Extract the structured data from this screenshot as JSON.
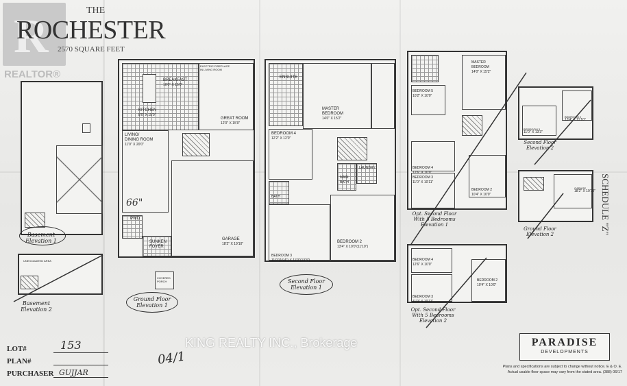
{
  "realtor_logo": "REALTOR®",
  "title": {
    "the": "THE",
    "name": "ROCHESTER",
    "sqft": "2570 SQUARE FEET"
  },
  "schedule": "SCHEDULE \"Z\"",
  "basement": {
    "elev1": "Basement\nElevation 1",
    "elev2": "Basement\nElevation 2",
    "unexcavated": "UNEXCAVATED AREA"
  },
  "ground_floor": {
    "breakfast": {
      "name": "BREAKFAST",
      "dim": "10'0\" x 15'0\""
    },
    "kitchen": {
      "name": "KITCHEN",
      "dim": "8'0\" x 15'0\""
    },
    "great_room": {
      "name": "GREAT ROOM",
      "dim": "12'0\" x 15'0\""
    },
    "living": {
      "name": "LIVING/\nDINING ROOM",
      "dim": "11'0\" x 20'0\""
    },
    "garage": {
      "name": "GARAGE",
      "dim": "18'2\" x 19'10\""
    },
    "pwd": "PWD",
    "sunken_foyer": "SUNKEN\nFOYER",
    "covered_porch": "COVERED\nPORCH",
    "fireplace": "ELECTRIC FIREPLACE\nIN LIVING ROOM",
    "caption": "Ground Floor\nElevation 1"
  },
  "second_floor": {
    "ensuite": "ENSUITE",
    "master": {
      "name": "MASTER\nBEDROOM",
      "dim": "14'0\" x 15'2\""
    },
    "bedroom4": {
      "name": "BEDROOM 4",
      "dim": "12'2\" x 12'0\""
    },
    "main_bath": "MAIN\nBATH",
    "bath": "BATH",
    "laundry": "LAUNDRY",
    "bedroom3": {
      "name": "BEDROOM 3",
      "dim": "11'0\"(16'4\") x 11'0\"(13'3\")"
    },
    "bedroom2": {
      "name": "BEDROOM 2",
      "dim": "13'4\" x 10'0\"(11'10\")"
    },
    "caption": "Second Floor\nElevation 1"
  },
  "opt_second_floor": {
    "bedroom5": {
      "name": "BEDROOM 5",
      "dim": "10'2\" x 10'0\""
    },
    "master": {
      "name": "MASTER\nBEDROOM",
      "dim": "14'0\" x 15'2\""
    },
    "bedroom4": {
      "name": "BEDROOM 4",
      "dim": "12'6\" x 10'0\""
    },
    "bedroom3": {
      "name": "BEDROOM 3",
      "dim": "11'0\" x 10'11\""
    },
    "bedroom2": {
      "name": "BEDROOM 2",
      "dim": "10'4\" x 10'0\""
    },
    "caption": "Opt. Second Floor\nWith 5 Bedrooms\nElevation 1"
  },
  "opt_second_floor_2": {
    "bedroom4": {
      "name": "BEDROOM 4",
      "dim": "12'6\" x 10'0\""
    },
    "bedroom3": {
      "name": "BEDROOM 3",
      "dim": "11'0\" x 10'11\""
    },
    "bedroom2": {
      "name": "BEDROOM 2",
      "dim": "10'4\" x 10'0\""
    },
    "caption": "Opt. Second Floor\nWith 5 Bedrooms\nElevation 2"
  },
  "second_floor_elev2": {
    "bedroom3": {
      "name": "BEDROOM 3",
      "dim": "11'0\" x 13'3\""
    },
    "bedroom2": {
      "name": "BEDROOM 2",
      "dim": "13'4\" x 11'10\""
    },
    "caption": "Second Floor\nElevation 2"
  },
  "ground_floor_elev2": {
    "garage": {
      "name": "GARAGE",
      "dim": "18'2\" x 19'10\""
    },
    "caption": "Ground Floor\nElevation 2"
  },
  "handwritten": {
    "measure": "66\"",
    "lot": "153",
    "purchaser": "GUJJAR",
    "note": "04/1"
  },
  "form": {
    "lot_label": "LOT#",
    "plan_label": "PLAN#",
    "purchaser_label": "PURCHASER"
  },
  "watermark": "KING REALTY INC., Brokerage",
  "brand": {
    "name": "PARADISE",
    "sub": "DEVELOPMENTS"
  },
  "disclaimer": {
    "line1": "Plans and specifications are subject to change without notice. E & O. E.",
    "line2": "Actual usable floor space may vary from the stated area. (388) 06/17"
  }
}
